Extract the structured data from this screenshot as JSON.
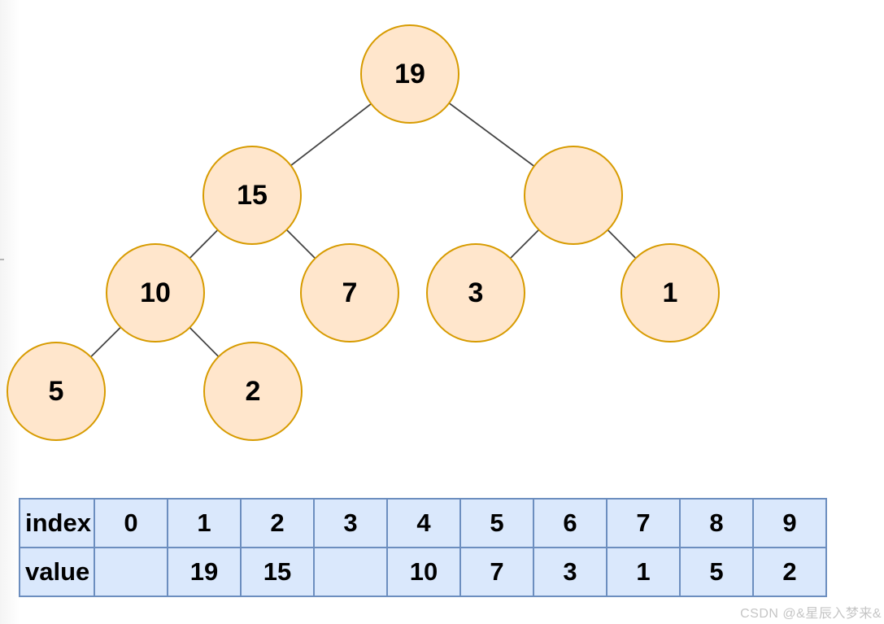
{
  "page": {
    "watermark": "CSDN @&星辰入梦来&"
  },
  "tree": {
    "type": "binary-tree",
    "node_fill": "#ffe6cc",
    "node_stroke": "#d79b00",
    "edge_color": "#444444",
    "nodes": [
      {
        "id": "root",
        "label": "19"
      },
      {
        "id": "left",
        "label": "15"
      },
      {
        "id": "right",
        "label": ""
      },
      {
        "id": "left-left",
        "label": "10"
      },
      {
        "id": "left-right",
        "label": "7"
      },
      {
        "id": "right-left",
        "label": "3"
      },
      {
        "id": "right-right",
        "label": "1"
      },
      {
        "id": "ll-left",
        "label": "5"
      },
      {
        "id": "ll-right",
        "label": "2"
      }
    ],
    "edges": [
      [
        0,
        1
      ],
      [
        0,
        2
      ],
      [
        1,
        3
      ],
      [
        1,
        4
      ],
      [
        2,
        5
      ],
      [
        2,
        6
      ],
      [
        3,
        7
      ],
      [
        3,
        8
      ]
    ]
  },
  "table": {
    "cell_fill": "#dae8fc",
    "border_color": "#6c8ebf",
    "rows": [
      {
        "header": "index",
        "cells": [
          "0",
          "1",
          "2",
          "3",
          "4",
          "5",
          "6",
          "7",
          "8",
          "9"
        ]
      },
      {
        "header": "value",
        "cells": [
          "",
          "19",
          "15",
          "",
          "10",
          "7",
          "3",
          "1",
          "5",
          "2"
        ]
      }
    ]
  }
}
